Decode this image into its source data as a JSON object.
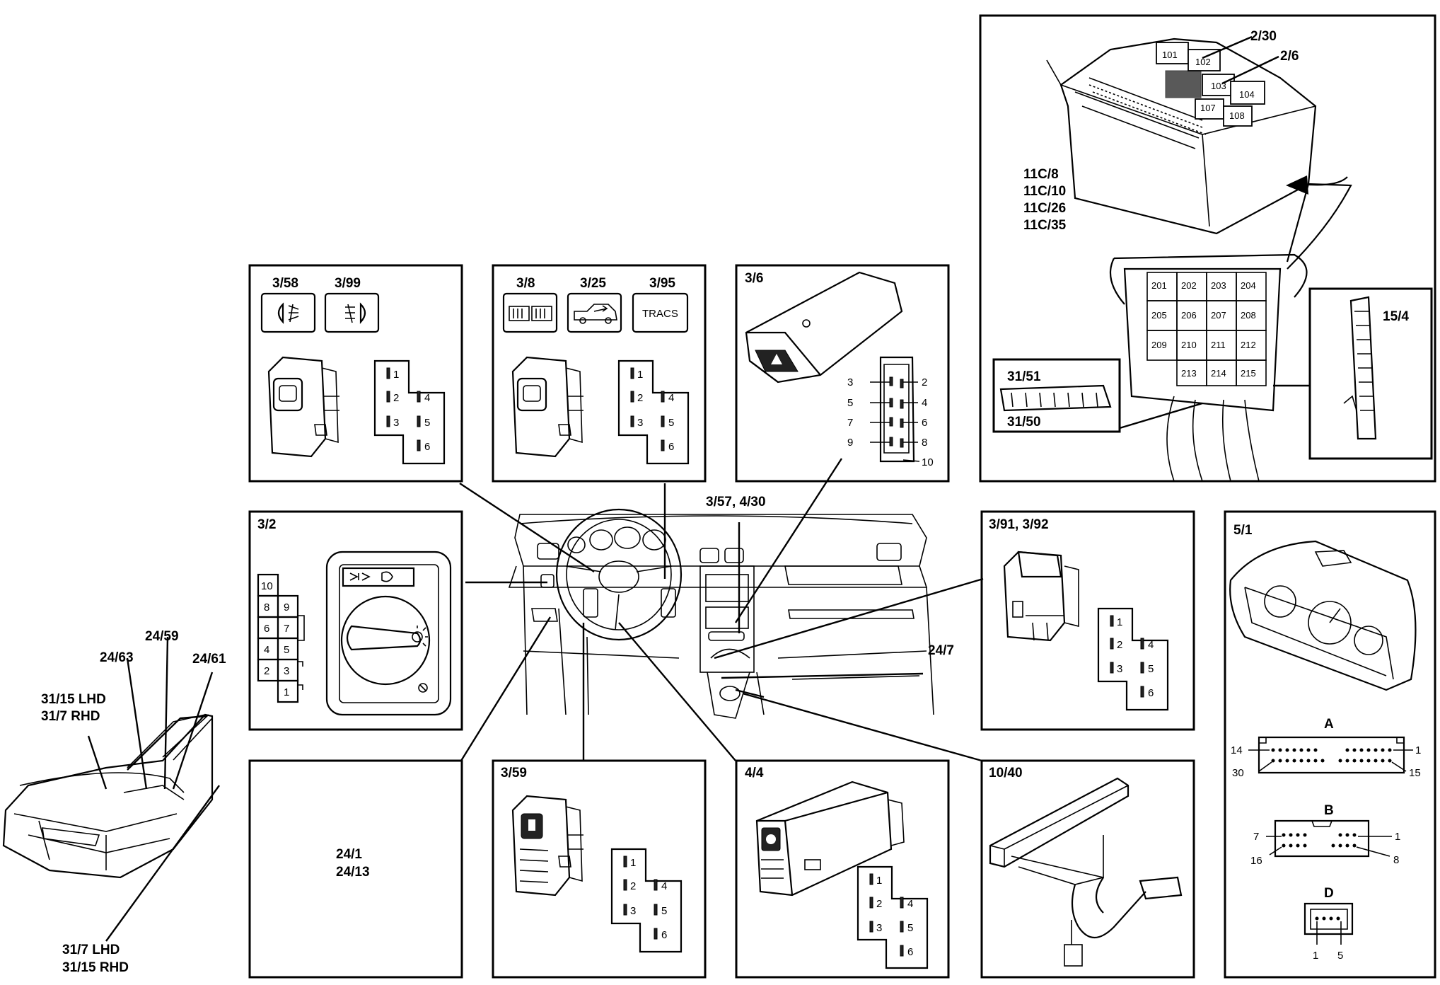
{
  "boxes": {
    "fusebox": {
      "labels": [
        "2/30",
        "2/6",
        "11C/8",
        "11C/10",
        "11C/26",
        "11C/35",
        "15/4",
        "31/51",
        "31/50"
      ],
      "relays_top": [
        "101",
        "102",
        "103",
        "104",
        "107",
        "108"
      ],
      "relays_bottom": [
        "201",
        "202",
        "203",
        "204",
        "205",
        "206",
        "207",
        "208",
        "209",
        "210",
        "211",
        "212",
        "213",
        "214",
        "215"
      ]
    },
    "box_358": {
      "labels": [
        "3/58",
        "3/99"
      ],
      "pins": [
        "1",
        "2",
        "4",
        "3",
        "5",
        "6"
      ]
    },
    "box_38": {
      "labels": [
        "3/8",
        "3/25",
        "3/95"
      ],
      "tracs": "TRACS",
      "pins": [
        "1",
        "2",
        "4",
        "3",
        "5",
        "6"
      ]
    },
    "box_36": {
      "label": "3/6",
      "pins_left": [
        "3",
        "5",
        "7",
        "9"
      ],
      "pins_right": [
        "2",
        "4",
        "6",
        "8",
        "10"
      ]
    },
    "box_32": {
      "label": "3/2",
      "pins": [
        "10",
        "8",
        "9",
        "6",
        "7",
        "4",
        "5",
        "2",
        "3",
        "1"
      ]
    },
    "box_391": {
      "label": "3/91, 3/92",
      "pins": [
        "1",
        "2",
        "4",
        "3",
        "5",
        "6"
      ]
    },
    "box_51": {
      "label": "5/1",
      "conn_a": {
        "label": "A",
        "pins": [
          "14",
          "1",
          "30",
          "15"
        ]
      },
      "conn_b": {
        "label": "B",
        "pins": [
          "7",
          "1",
          "16",
          "8"
        ]
      },
      "conn_d": {
        "label": "D",
        "pins": [
          "1",
          "5"
        ]
      }
    },
    "box_241": {
      "lines": [
        "24/1",
        "24/13"
      ]
    },
    "box_359": {
      "label": "3/59",
      "pins": [
        "1",
        "2",
        "4",
        "3",
        "5",
        "6"
      ]
    },
    "box_44": {
      "label": "4/4",
      "pins": [
        "1",
        "2",
        "4",
        "3",
        "5",
        "6"
      ]
    },
    "box_1040": {
      "label": "10/40"
    }
  },
  "callouts": {
    "c_357": "3/57, 4/30",
    "c_247": "24/7",
    "c_2459": "24/59",
    "c_2463": "24/63",
    "c_2461": "24/61",
    "c_3115_lhd": "31/15 LHD",
    "c_317_rhd": "31/7 RHD",
    "c_317_lhd": "31/7 LHD",
    "c_3115_rhd": "31/15 RHD"
  }
}
